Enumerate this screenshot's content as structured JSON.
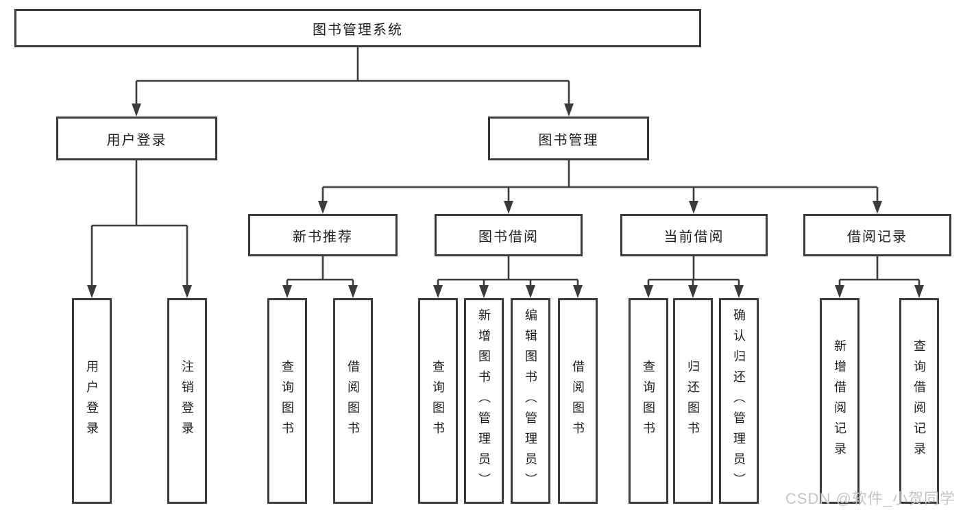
{
  "diagram": {
    "root": {
      "label": "图书管理系统"
    },
    "login": {
      "label": "用户登录",
      "children": [
        {
          "label": "用户登录"
        },
        {
          "label": "注销登录"
        }
      ]
    },
    "management": {
      "label": "图书管理",
      "sections": [
        {
          "label": "新书推荐",
          "children": [
            {
              "label": "查询图书"
            },
            {
              "label": "借阅图书"
            }
          ]
        },
        {
          "label": "图书借阅",
          "children": [
            {
              "label": "查询图书"
            },
            {
              "label": "新增图书（管理员）"
            },
            {
              "label": "编辑图书（管理员）"
            },
            {
              "label": "借阅图书"
            }
          ]
        },
        {
          "label": "当前借阅",
          "children": [
            {
              "label": "查询图书"
            },
            {
              "label": "归还图书"
            },
            {
              "label": "确认归还（管理员）"
            }
          ]
        },
        {
          "label": "借阅记录",
          "children": [
            {
              "label": "新增借阅记录"
            },
            {
              "label": "查询借阅记录"
            }
          ]
        }
      ]
    },
    "line_color": "#3b3b3b",
    "text_color": "#1f1f1f",
    "background_color": "#ffffff"
  },
  "watermark": {
    "text": "CSDN @软件_小贺同学",
    "color": "#c5c5c5"
  }
}
